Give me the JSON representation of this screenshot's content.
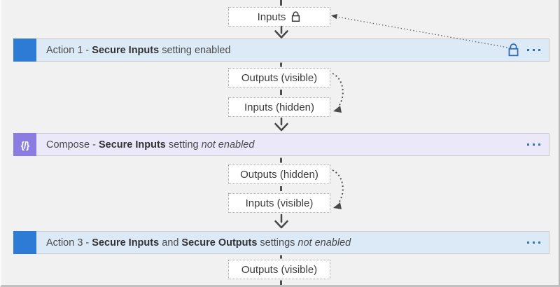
{
  "diagram": {
    "top_node": {
      "label": "Inputs"
    },
    "io_nodes": [
      "Outputs (visible)",
      "Inputs (hidden)",
      "Outputs (hidden)",
      "Inputs (visible)",
      "Outputs (visible)"
    ],
    "actions": [
      {
        "prefix": "Action 1 - ",
        "bold1": "Secure Inputs",
        "mid": " setting enabled",
        "bold2": "",
        "mid2": "",
        "italic": ""
      },
      {
        "prefix": "Compose - ",
        "bold1": "Secure Inputs",
        "mid": " setting ",
        "bold2": "",
        "mid2": "",
        "italic": "not enabled"
      },
      {
        "prefix": "Action 3 - ",
        "bold1": "Secure Inputs",
        "mid": " and ",
        "bold2": "Secure Outputs",
        "mid2": " settings ",
        "italic": "not enabled"
      }
    ],
    "icons": {
      "lock": "lock-icon",
      "more_options": "more-options-icon",
      "compose_glyph": "{/}"
    },
    "colors": {
      "canvas_bg": "#f1f1f1",
      "action_bar_bg": "#dce9f7",
      "action_icon_blue": "#2e7bd6",
      "compose_bar_bg": "#ebe8fa",
      "compose_icon_purple": "#8a7ce0",
      "accent_blue": "#2f6fbe",
      "connector_gray": "#474747"
    }
  }
}
